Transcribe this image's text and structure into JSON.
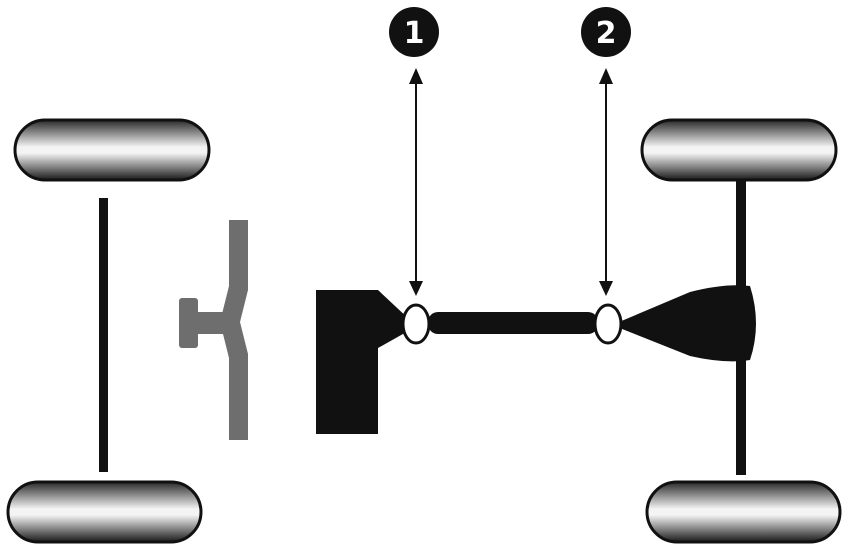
{
  "callouts": [
    {
      "label": "1"
    },
    {
      "label": "2"
    }
  ],
  "colors": {
    "ink": "#111111",
    "gray": "#6e6e6e",
    "tire_dark": "#1f1f1f",
    "tire_light": "#ffffff",
    "background": "#ffffff"
  },
  "icons": [
    "wheel-tire",
    "axle",
    "transmission",
    "universal-joint",
    "drive-shaft",
    "differential",
    "flywheel",
    "callout-marker"
  ]
}
